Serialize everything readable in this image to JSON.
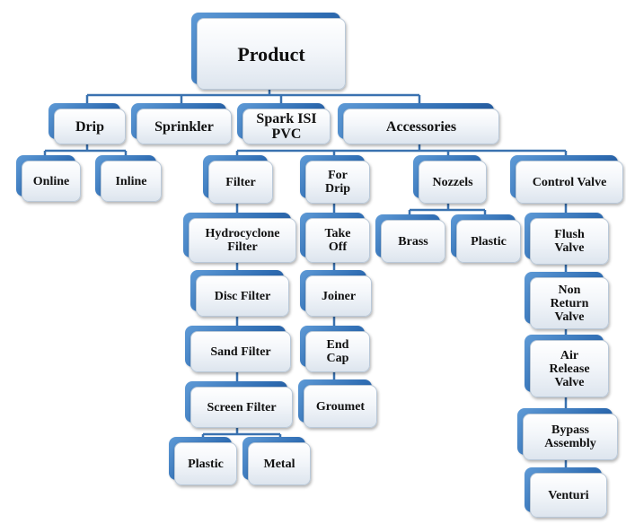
{
  "root": "Product",
  "level1": {
    "drip": "Drip",
    "sprinkler": "Sprinkler",
    "spark": "Spark ISI\nPVC",
    "accessories": "Accessories"
  },
  "drip_children": {
    "online": "Online",
    "inline": "Inline"
  },
  "filter": {
    "label": "Filter",
    "items": {
      "hydrocyclone": "Hydrocyclone\nFilter",
      "disc": "Disc Filter",
      "sand": "Sand Filter",
      "screen": "Screen  Filter"
    },
    "screen_children": {
      "plastic": "Plastic",
      "metal": "Metal"
    }
  },
  "for_drip": {
    "label": "For\nDrip",
    "items": {
      "take_off": "Take\nOff",
      "joiner": "Joiner",
      "end_cap": "End\nCap",
      "groumet": "Groumet"
    }
  },
  "nozzels": {
    "label": "Nozzels",
    "items": {
      "brass": "Brass",
      "plastic": "Plastic"
    }
  },
  "control_valve": {
    "label": "Control Valve",
    "items": {
      "flush": "Flush\nValve",
      "non_return": "Non\nReturn\nValve",
      "air_release": "Air\nRelease\nValve",
      "bypass": "Bypass\nAssembly",
      "venturi": "Venturi"
    }
  },
  "colors": {
    "accent": "#2f6db3",
    "connector": "#3a72b0"
  }
}
